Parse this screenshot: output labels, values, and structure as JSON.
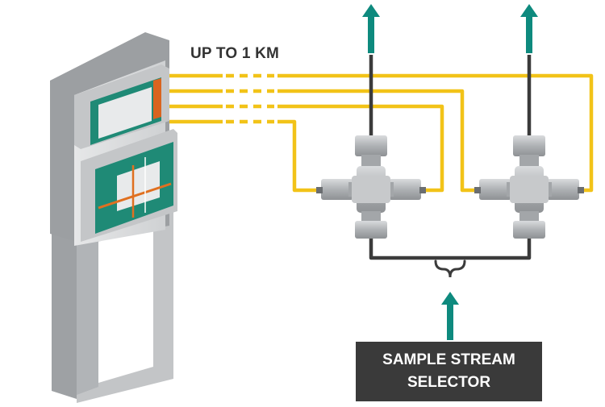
{
  "labels": {
    "distance": "UP TO 1 KM",
    "selector_line1": "SAMPLE STREAM",
    "selector_line2": "SELECTOR"
  },
  "colors": {
    "cable": "#f2c318",
    "arrow": "#0e8a7e",
    "tubing": "#3b3b3b",
    "panel": "#1f8a76",
    "valve": "#b9bcbf",
    "label_box": "#3a3a3a"
  },
  "icons": {
    "analyzer": "wall-mounted-analyzer-cabinet",
    "valve": "cross-fitting-valve",
    "arrow": "arrow-up"
  }
}
